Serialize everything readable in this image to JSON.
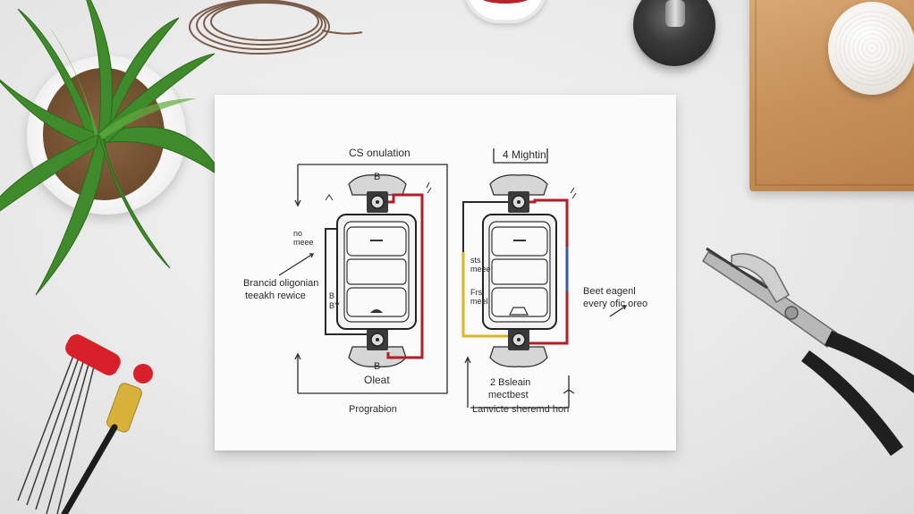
{
  "diagram": {
    "left": {
      "title": "CS onulation",
      "note_upper": "no\nmeee",
      "caption_line1": "Brancid oligonian",
      "caption_line2": "teeakh rewice",
      "side_label": "B\nBY",
      "terminal_top": "B",
      "terminal_bottom": "B",
      "bottom_label": "Oleat"
    },
    "right": {
      "title": "4 Mightin",
      "note_mid": "sts\nmeee",
      "note_lower": "Frs\nmeel",
      "caption_line1": "Beet eagenl",
      "caption_line2": "every ofic oreo",
      "bottom_label_line1": "2 Bsleain",
      "bottom_label_line2": "mectbest"
    },
    "footer_left": "Prograbion",
    "footer_right": "Lanvicte sheremd hon"
  },
  "colors": {
    "wire_red": "#b01e27",
    "wire_yellow": "#d9b52a",
    "wire_blue": "#3a5aa8",
    "ink": "#2a2a2a"
  },
  "icons": [
    "plant-icon",
    "pliers-icon",
    "wire-coil-icon",
    "screwdriver-icon"
  ]
}
